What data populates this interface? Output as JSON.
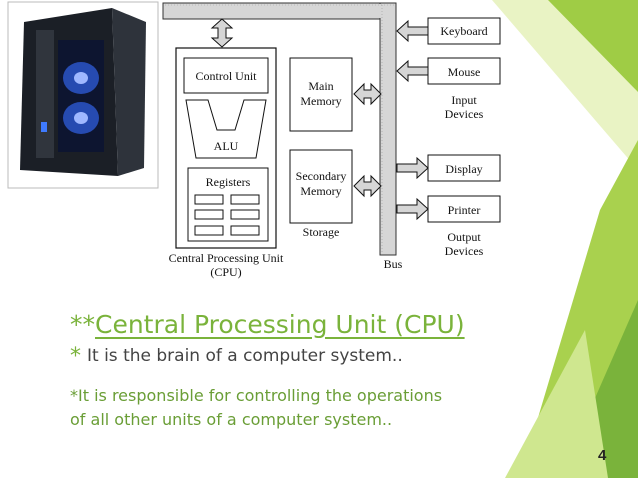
{
  "slide": {
    "diagram": {
      "keyboard": "Keyboard",
      "mouse": "Mouse",
      "input_devices_1": "Input",
      "input_devices_2": "Devices",
      "display": "Display",
      "printer": "Printer",
      "output_devices_1": "Output",
      "output_devices_2": "Devices",
      "control_unit": "Control Unit",
      "alu": "ALU",
      "registers": "Registers",
      "main_memory_1": "Main",
      "main_memory_2": "Memory",
      "secondary_memory_1": "Secondary",
      "secondary_memory_2": "Memory",
      "storage": "Storage",
      "bus": "Bus",
      "cpu_caption_1": "Central Processing Unit",
      "cpu_caption_2": "(CPU)"
    },
    "title_prefix": "**",
    "title": "Central Processing Unit (CPU)",
    "bullet_star": "*",
    "line1": "It is the brain of a computer system..",
    "line2": "*It is responsible for controlling the operations",
    "line3": "of all other units of a computer system..",
    "page_number": "4",
    "colors": {
      "accent": "#7ab33b",
      "accent_light": "#c8e07a",
      "bus": "#d6d6d6"
    },
    "image": {
      "icon": "computer-tower-icon"
    }
  }
}
